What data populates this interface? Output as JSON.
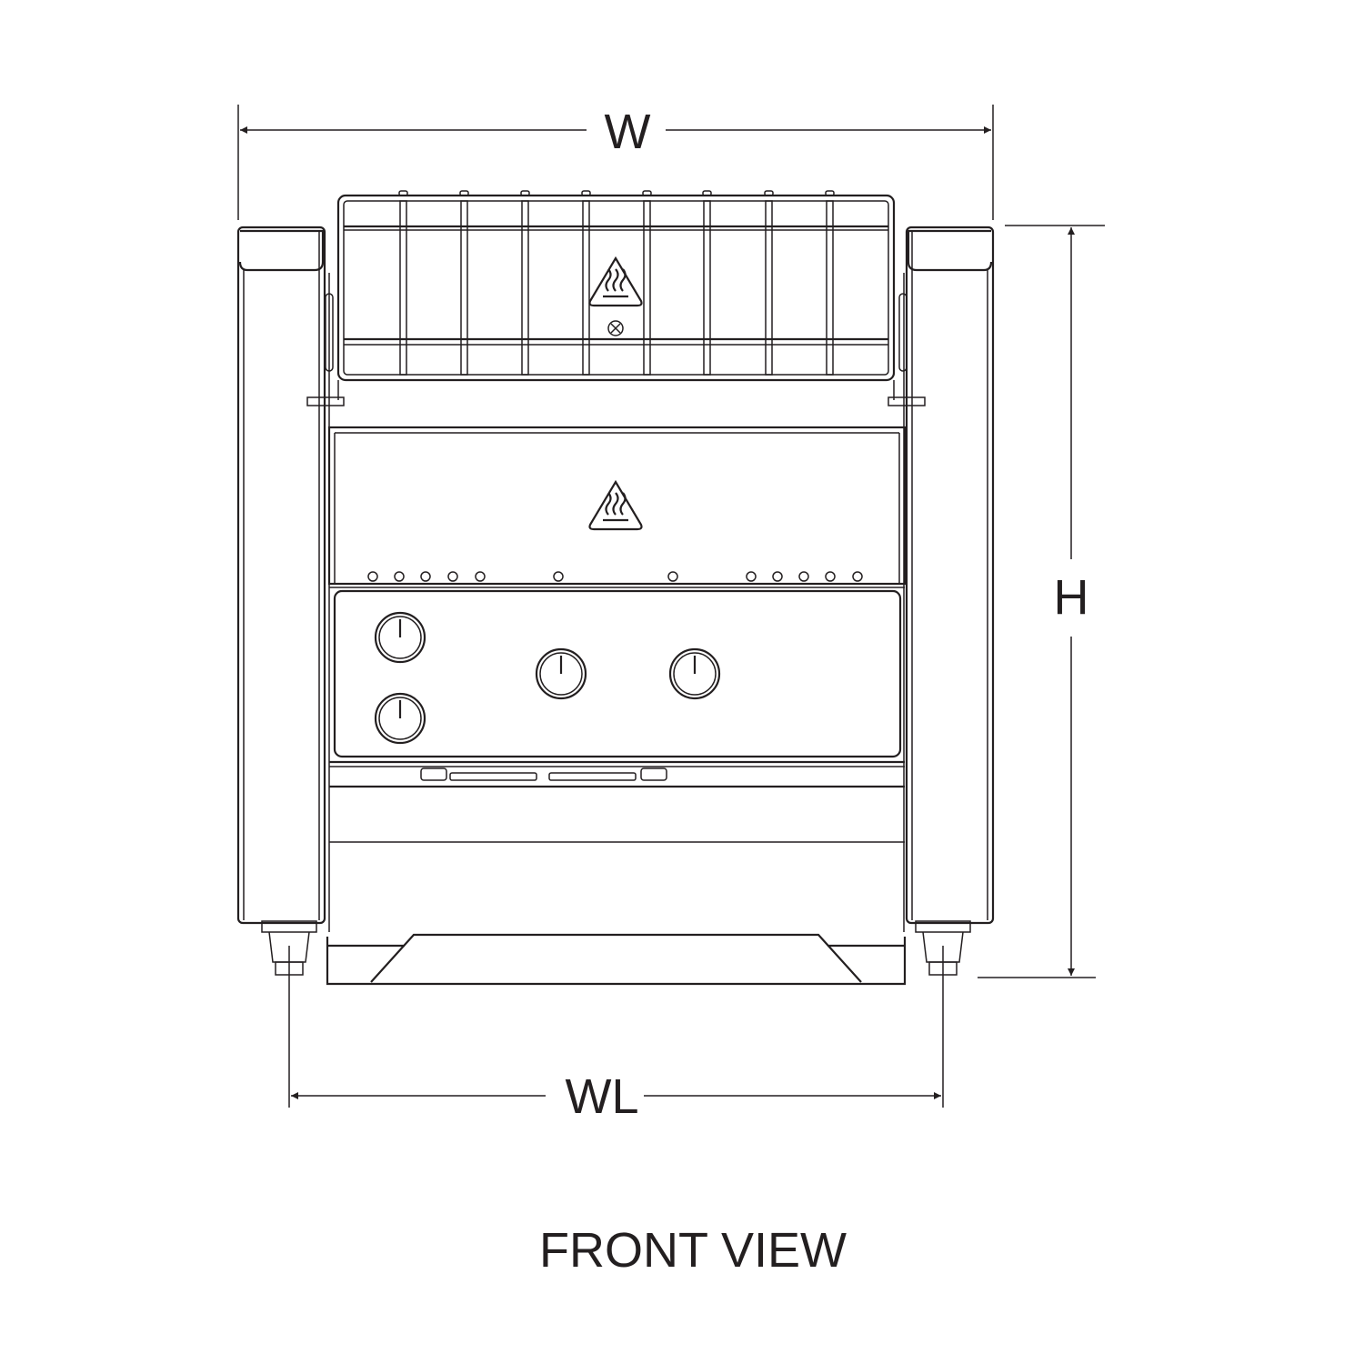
{
  "dimensions": {
    "width_label": "W",
    "height_label": "H",
    "leg_width_label": "WL"
  },
  "caption": "FRONT VIEW",
  "icons": [
    "hot-surface-warning-icon",
    "screw-icon",
    "control-knob-icon"
  ],
  "colors": {
    "line": "#231f20",
    "background": "#ffffff"
  }
}
